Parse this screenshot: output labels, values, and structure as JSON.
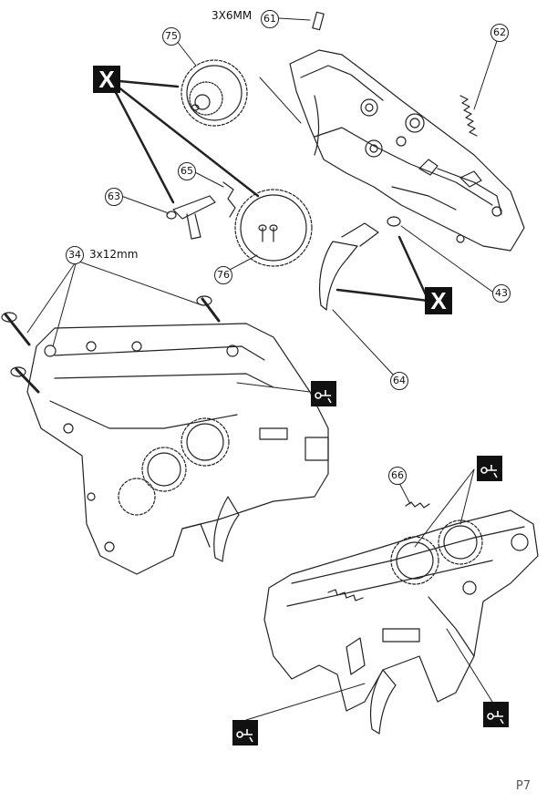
{
  "page_number": "P7",
  "labels": {
    "pin_size": "3X6MM",
    "screw_size": "3x12mm"
  },
  "callouts": {
    "c61": "61",
    "c62": "62",
    "c75": "75",
    "c65": "65",
    "c63": "63",
    "c76": "76",
    "c34": "34",
    "c64": "64",
    "c66": "66",
    "c43": "43"
  },
  "markers": {
    "remove_mark": "X",
    "grease_icon": "grease-icon"
  },
  "colors": {
    "line": "#222222",
    "marker_fill": "#111111",
    "paper": "#ffffff"
  }
}
